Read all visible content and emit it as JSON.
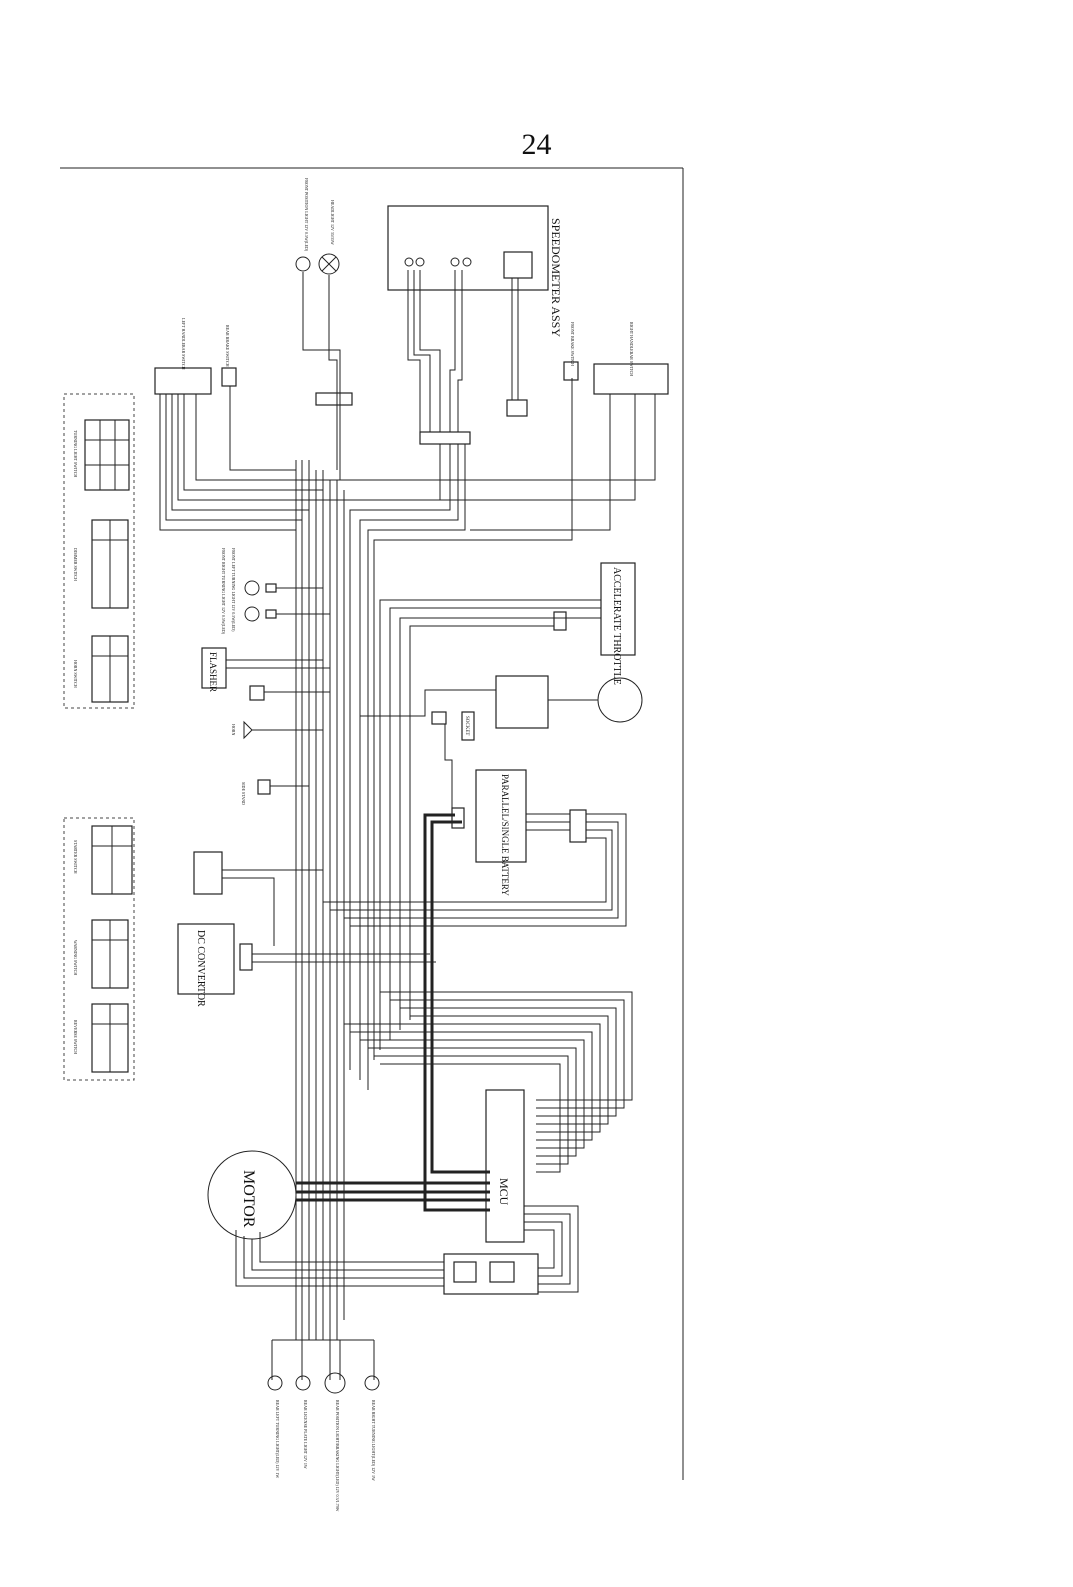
{
  "page": {
    "number": "24"
  },
  "components": {
    "speedometer": "SPEEDOMETER ASSY",
    "accelerate_throttle": "ACCELERATE THROTTLE",
    "flasher": "FLASHER",
    "dc_convertor": "DC CONVERTOR",
    "battery": "PARALLEL/SINGLE BATTERY",
    "socket": "SOCKET",
    "motor": "MOTOR",
    "mcu": "MCU"
  },
  "small_labels": {
    "front_position_light": "FRONT POSITION LIGHT 12V 0.5W(LED)",
    "headlight": "HEADLIGHT 12V 35/35W",
    "left_handlebar_switch": "LEFT HANDLEBAR SWITCH",
    "rear_brake_switch": "REAR BRAKE SWITCH",
    "front_brake_switch": "FRONT BRAKE SWITCH",
    "right_handlebar_switch": "RIGHT HANDLEBAR SWITCH",
    "front_left_turning_light": "FRONT LEFT TURNING LIGHT 12V 0.5W(LED)",
    "front_right_turning_light": "FRONT RIGHT TURNING LIGHT 12V 0.5W(LED)",
    "horn": "HORN",
    "side_stand": "SIDE STAND",
    "turning_light_switch": "TURNING LIGHT SWITCH",
    "dimmer_switch": "DIMMER SWITCH",
    "horn_switch": "HORN SWITCH",
    "starter_switch": "STARTER SWITCH",
    "warning_switch": "WARNING SWITCH",
    "reverse_switch": "REVERSE SWITCH",
    "rear_left_turning_light": "REAR LEFT TURNING LIGHT(LED) 12V 1W",
    "rear_license_plate_light": "REAR LICENSE PLATE LIGHT 12V 1W",
    "rear_position_light": "REAR POSITION LIGHT/BRAKING LIGHT(LED) 12V 0.3/1.79W",
    "rear_right_turning_light": "REAR RIGHT TURNING LIGHT(LED) 12V 1W"
  }
}
